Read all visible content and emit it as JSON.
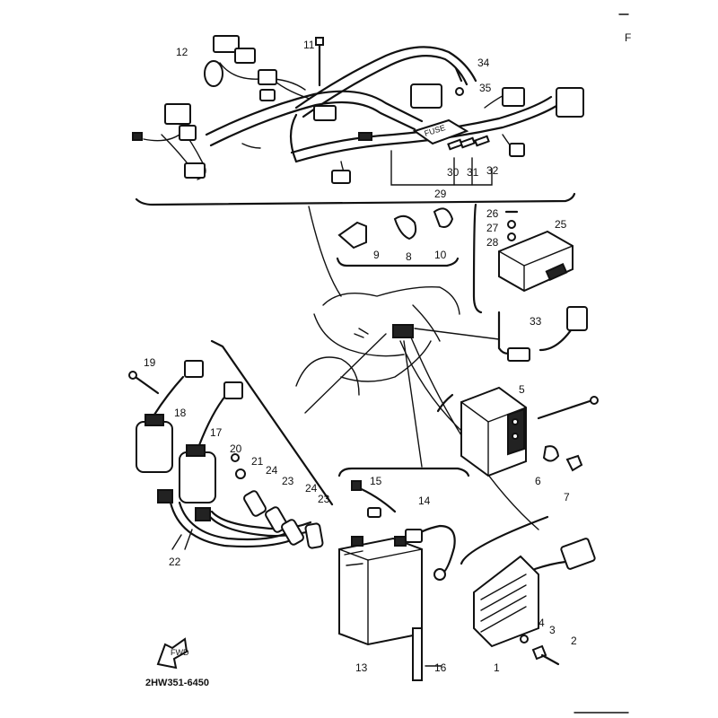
{
  "diagram": {
    "reference_code": "2HW351-6450",
    "fuse_label": "FUSE",
    "front_arrow_label": "FWD",
    "corner_mark": "F",
    "callouts": [
      "1",
      "2",
      "3",
      "4",
      "5",
      "6",
      "7",
      "8",
      "9",
      "10",
      "11",
      "12",
      "13",
      "14",
      "15",
      "16",
      "17",
      "18",
      "19",
      "20",
      "21",
      "22",
      "23",
      "23",
      "24",
      "24",
      "25",
      "26",
      "27",
      "28",
      "29",
      "30",
      "31",
      "32",
      "33",
      "34",
      "35"
    ]
  }
}
